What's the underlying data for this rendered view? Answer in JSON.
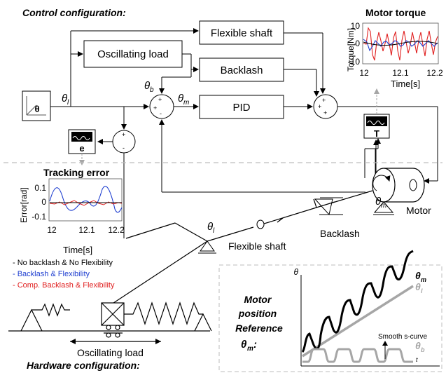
{
  "top": {
    "section_title": "Control configuration:",
    "blocks": {
      "flexible_shaft": "Flexible shaft",
      "oscillating_load": "Oscillating load",
      "backlash": "Backlash",
      "pid": "PID"
    },
    "signals": {
      "theta_l": "θ",
      "theta_l_sub": "l",
      "theta_b": "θ",
      "theta_b_sub": "b",
      "theta_m": "θ",
      "theta_m_sub": "m"
    },
    "source_block": "θ",
    "error_scope": "e",
    "torque_scope": "T",
    "sum_signs": {
      "plus": "+",
      "minus": "-"
    }
  },
  "motor_torque_chart": {
    "title": "Motor torque",
    "ylabel": "Torque[Nm]",
    "xlabel": "Time[s]",
    "yticks": [
      "10",
      "0",
      "-10"
    ],
    "xticks": [
      "12",
      "12.1",
      "12.2"
    ]
  },
  "tracking_error_chart": {
    "title": "Tracking error",
    "ylabel": "Error[rad]",
    "xlabel": "Time[s]",
    "yticks": [
      "0.1",
      "0",
      "-0.1"
    ],
    "xticks": [
      "12",
      "12.1",
      "12.2"
    ]
  },
  "legend": [
    {
      "text": "- No backlash & No Flexibility",
      "color": "#000000"
    },
    {
      "text": "- Backlash & Flexibility",
      "color": "#1f3fd0"
    },
    {
      "text": "- Comp. Backlash & Flexibility",
      "color": "#e02020"
    }
  ],
  "hardware": {
    "motor_label": "Motor",
    "motor_theta": "θ",
    "motor_theta_sub": "m",
    "backlash_label": "Backlash",
    "shaft_label": "Flexible shaft",
    "pivot_theta": "θ",
    "pivot_theta_sub": "l",
    "load_label": "Oscillating load",
    "section_title": "Hardware configuration:"
  },
  "reference_panel": {
    "y_axis": "θ",
    "x_axis": "t",
    "label_line1": "Motor",
    "label_line2": "position",
    "label_line3": "Reference",
    "label_theta": "θ",
    "label_sub": "m",
    "label_colon": " :",
    "annotation": "Smooth s-curve",
    "series_m": "θ",
    "series_m_sub": "m",
    "series_l": "θ",
    "series_l_sub": "l",
    "series_b": "θ",
    "series_b_sub": "b"
  },
  "colors": {
    "blue": "#1f3fd0",
    "red": "#e02020",
    "gray": "#a6a6a6",
    "dash": "#bdbdbd"
  }
}
